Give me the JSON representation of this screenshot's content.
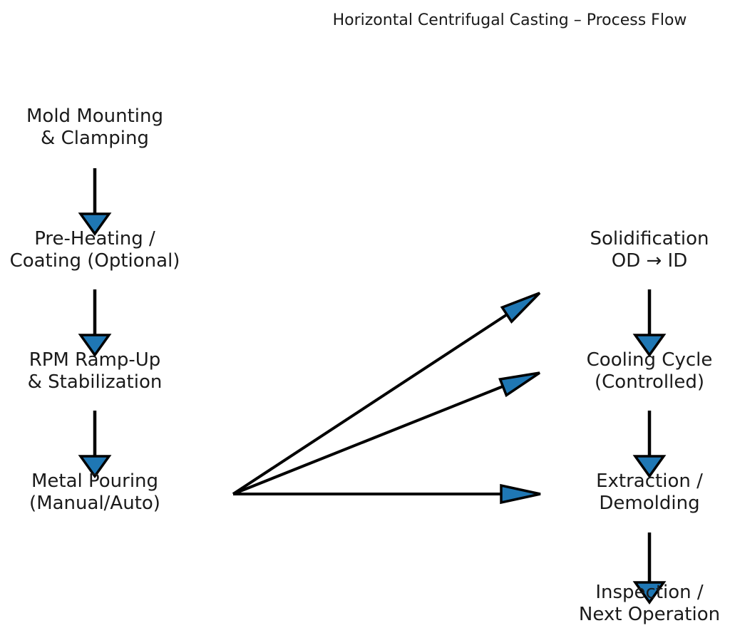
{
  "title": "Horizontal Centrifugal Casting – Process Flow",
  "colors": {
    "background": "#ffffff",
    "text": "#1a1a1a",
    "arrow_line": "#000000",
    "arrow_head_fill": "#1f77b4",
    "arrow_head_outline": "#000000"
  },
  "diagram": {
    "type": "flowchart",
    "nodes": {
      "left": [
        {
          "id": "mold-mounting",
          "label": "Mold Mounting\n& Clamping"
        },
        {
          "id": "pre-heating",
          "label": "Pre-Heating /\nCoating (Optional)"
        },
        {
          "id": "rpm-ramp-up",
          "label": "RPM Ramp-Up\n& Stabilization"
        },
        {
          "id": "metal-pouring",
          "label": "Metal Pouring\n(Manual/Auto)"
        }
      ],
      "right": [
        {
          "id": "solidification",
          "label": "Solidification\nOD → ID"
        },
        {
          "id": "cooling-cycle",
          "label": "Cooling Cycle\n(Controlled)"
        },
        {
          "id": "extraction",
          "label": "Extraction /\nDemolding"
        },
        {
          "id": "inspection",
          "label": "Inspection /\nNext Operation"
        }
      ]
    },
    "edges": [
      {
        "from": "mold-mounting",
        "to": "pre-heating"
      },
      {
        "from": "pre-heating",
        "to": "rpm-ramp-up"
      },
      {
        "from": "rpm-ramp-up",
        "to": "metal-pouring"
      },
      {
        "from": "metal-pouring",
        "to": "solidification"
      },
      {
        "from": "metal-pouring",
        "to": "cooling-cycle"
      },
      {
        "from": "metal-pouring",
        "to": "extraction"
      },
      {
        "from": "solidification",
        "to": "cooling-cycle"
      },
      {
        "from": "cooling-cycle",
        "to": "extraction"
      },
      {
        "from": "extraction",
        "to": "inspection"
      }
    ]
  }
}
